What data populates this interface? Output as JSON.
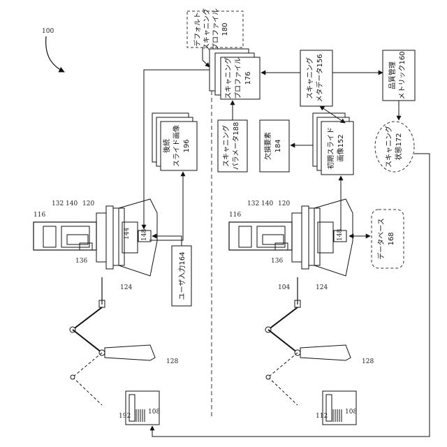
{
  "figure": {
    "ref_label": "100",
    "labels": {
      "L116a": "116",
      "L132a": "132",
      "L140a": "140",
      "L120a": "120",
      "L144a": "144",
      "L148a": "148",
      "L136a": "136",
      "L124a": "124",
      "L128a": "128",
      "L192": "192",
      "L108a": "108",
      "L116b": "116",
      "L132b": "132",
      "L140b": "140",
      "L120b": "120",
      "L148b": "148",
      "L136b": "136",
      "L104": "104",
      "L124b": "124",
      "L128b": "128",
      "L112": "112",
      "L108b": "108"
    },
    "boxes": {
      "default_profile": [
        "デフォルト",
        "スキャニング",
        "プロファイル",
        "180"
      ],
      "scan_profile": [
        "スキャニング",
        "プロファイル",
        "176"
      ],
      "metadata": [
        "スキャニング",
        "メタデータ156"
      ],
      "quality": [
        "品質管理",
        "メトリック160"
      ],
      "scan_state": [
        "スキャニング",
        "状態172"
      ],
      "scan_params": [
        "スキャニング",
        "パラメータ188"
      ],
      "defect": [
        "欠損要素",
        "184"
      ],
      "initial_slide": [
        "初期スライド",
        "画像152"
      ],
      "subsequent_slide": [
        "後続",
        "スライド画像",
        "196"
      ],
      "user_input": [
        "ユーザ入力164"
      ],
      "database": [
        "データベース",
        "168"
      ]
    }
  }
}
